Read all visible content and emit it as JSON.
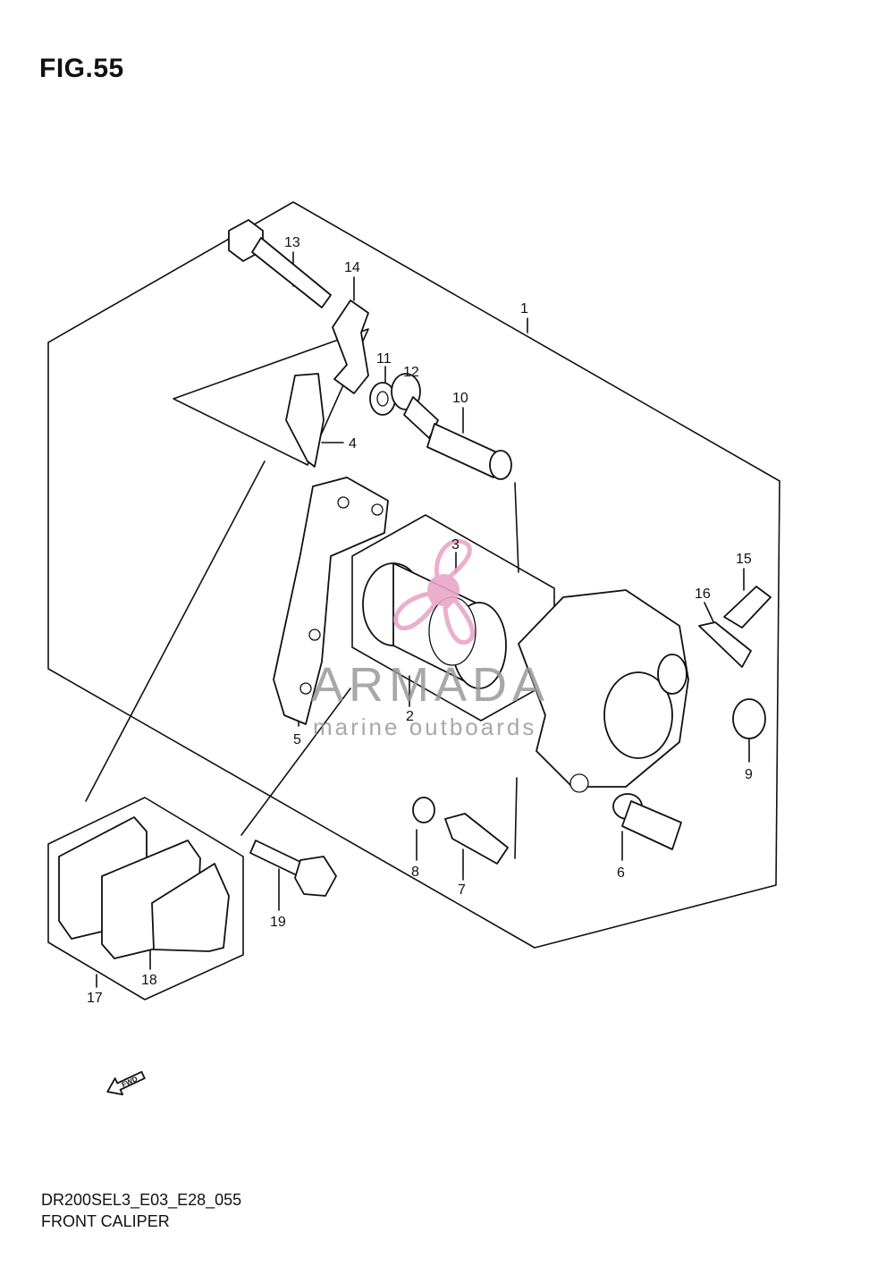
{
  "figure": {
    "title": "FIG.55",
    "model_code": "DR200SEL3_E03_E28_055",
    "name": "FRONT CALIPER"
  },
  "callouts": [
    {
      "id": "1",
      "label": "1"
    },
    {
      "id": "2",
      "label": "2"
    },
    {
      "id": "3",
      "label": "3"
    },
    {
      "id": "4",
      "label": "4"
    },
    {
      "id": "5",
      "label": "5"
    },
    {
      "id": "6",
      "label": "6"
    },
    {
      "id": "7",
      "label": "7"
    },
    {
      "id": "8",
      "label": "8"
    },
    {
      "id": "9",
      "label": "9"
    },
    {
      "id": "10",
      "label": "10"
    },
    {
      "id": "11",
      "label": "11"
    },
    {
      "id": "12",
      "label": "12"
    },
    {
      "id": "13",
      "label": "13"
    },
    {
      "id": "14",
      "label": "14"
    },
    {
      "id": "15",
      "label": "15"
    },
    {
      "id": "16",
      "label": "16"
    },
    {
      "id": "17",
      "label": "17"
    },
    {
      "id": "18",
      "label": "18"
    },
    {
      "id": "19",
      "label": "19"
    }
  ],
  "fwd_arrow": {
    "label": "FWD",
    "icon": "fwd-arrow-icon"
  },
  "watermark": {
    "brand": "ARMADA",
    "tagline": "marine outboards",
    "logo_icon": "propeller-logo-icon",
    "logo_color": "#e9a6c8",
    "text_color": "#9a9a9a"
  }
}
